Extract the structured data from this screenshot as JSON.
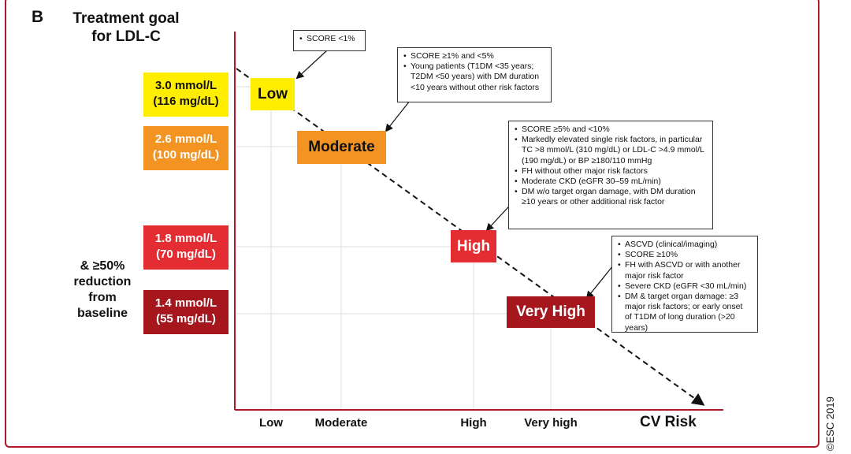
{
  "panel_letter": "B",
  "goal_title": [
    "Treatment goal",
    "for LDL-C"
  ],
  "targets": [
    {
      "line1": "3.0 mmol/L",
      "line2": "(116 mg/dL)",
      "bg": "#ffee00",
      "fg": "#111111"
    },
    {
      "line1": "2.6 mmol/L",
      "line2": "(100 mg/dL)",
      "bg": "#f39322",
      "fg": "#ffffff"
    },
    {
      "line1": "1.8 mmol/L",
      "line2": "(70 mg/dL)",
      "bg": "#e42d33",
      "fg": "#ffffff"
    },
    {
      "line1": "1.4 mmol/L",
      "line2": "(55 mg/dL)",
      "bg": "#a5161d",
      "fg": "#ffffff"
    }
  ],
  "reduction": [
    "& ≥50%",
    "reduction",
    "from",
    "baseline"
  ],
  "risk_levels": [
    {
      "label": "Low",
      "bg": "#ffee00",
      "fg": "#111111"
    },
    {
      "label": "Moderate",
      "bg": "#f39322",
      "fg": "#111111"
    },
    {
      "label": "High",
      "bg": "#e42d33",
      "fg": "#ffffff"
    },
    {
      "label": "Very High",
      "bg": "#a5161d",
      "fg": "#ffffff"
    }
  ],
  "notes": [
    {
      "items": [
        "SCORE <1%"
      ]
    },
    {
      "items": [
        "SCORE ≥1% and <5%",
        "Young patients (T1DM <35 years; T2DM <50 years) with DM duration <10 years without other risk factors"
      ]
    },
    {
      "items": [
        "SCORE ≥5% and <10%",
        "Markedly elevated single risk factors, in particular TC >8 mmol/L (310 mg/dL) or LDL-C >4.9 mmol/L (190 mg/dL) or BP ≥180/110 mmHg",
        "FH without other major risk factors",
        "Moderate CKD (eGFR 30–59 mL/min)",
        "DM w/o target organ damage, with DM duration ≥10 years or other additional risk factor"
      ]
    },
    {
      "items": [
        "ASCVD (clinical/imaging)",
        "SCORE ≥10%",
        "FH with ASCVD or with another major risk factor",
        "Severe CKD (eGFR <30 mL/min)",
        "DM & target organ damage: ≥3 major risk factors; or early onset of T1DM of long duration (>20 years)"
      ]
    }
  ],
  "x_axis": {
    "ticks": [
      "Low",
      "Moderate",
      "High",
      "Very high"
    ],
    "title": "CV Risk"
  },
  "copyright": "©ESC 2019",
  "colors": {
    "frame": "#b0182a",
    "axis": "#b0182a",
    "grid": "#dddddd"
  }
}
